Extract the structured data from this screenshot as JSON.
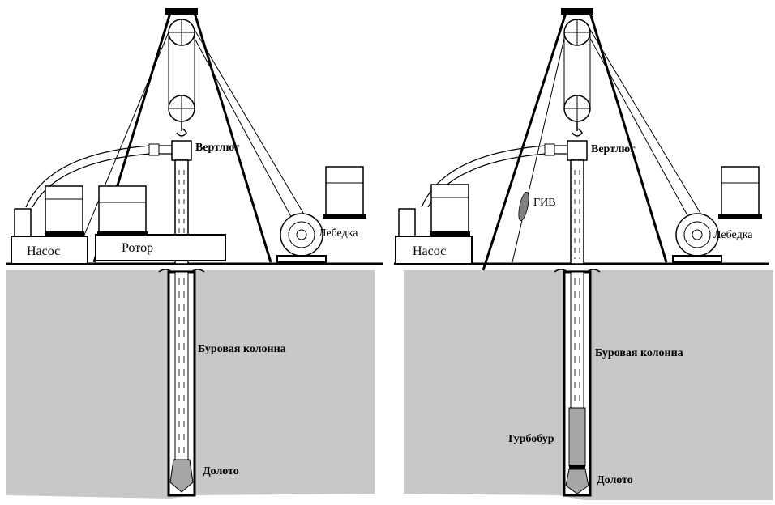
{
  "left_rig": {
    "labels": {
      "swivel": "Вертлюг",
      "pump": "Насос",
      "rotor": "Ротор",
      "winch": "Лебедка",
      "drill_string": "Буровая колонна",
      "bit": "Долото"
    }
  },
  "right_rig": {
    "labels": {
      "swivel": "Вертлюг",
      "weight_indicator": "ГИВ",
      "pump": "Насос",
      "winch": "Лебедка",
      "drill_string": "Буровая колонна",
      "turbodrill": "Турбобур",
      "bit": "Долото"
    }
  },
  "colors": {
    "ground": "#c8c8c8",
    "line": "#000000",
    "gauge": "#808080",
    "turbodrill": "#a6a6a6"
  }
}
